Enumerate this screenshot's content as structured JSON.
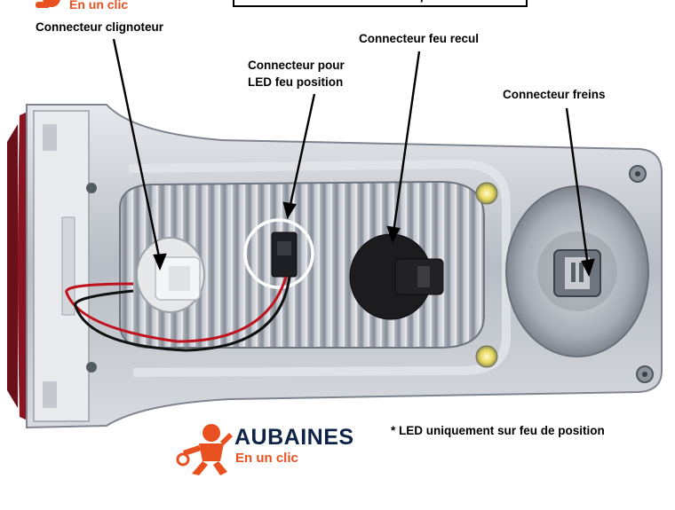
{
  "header": {
    "title": "Feu arrière ADRIA avec feu position LED",
    "brand_sub": "En un clic"
  },
  "labels": {
    "clignoteur": "Connecteur clignoteur",
    "led_line1": "Connecteur pour",
    "led_line2": "LED feu position",
    "recul": "Connecteur feu recul",
    "freins": "Connecteur freins"
  },
  "footer": {
    "brand_name": "AUBAINES",
    "brand_sub": "En un clic",
    "note": "* LED uniquement sur feu de position"
  },
  "colors": {
    "brand_orange": "#e8501f",
    "brand_navy": "#0f2346",
    "lens_red": "#8a1420",
    "housing_silver": "#c9ccd2"
  },
  "icons": {
    "logo": "running-mascot-icon"
  }
}
